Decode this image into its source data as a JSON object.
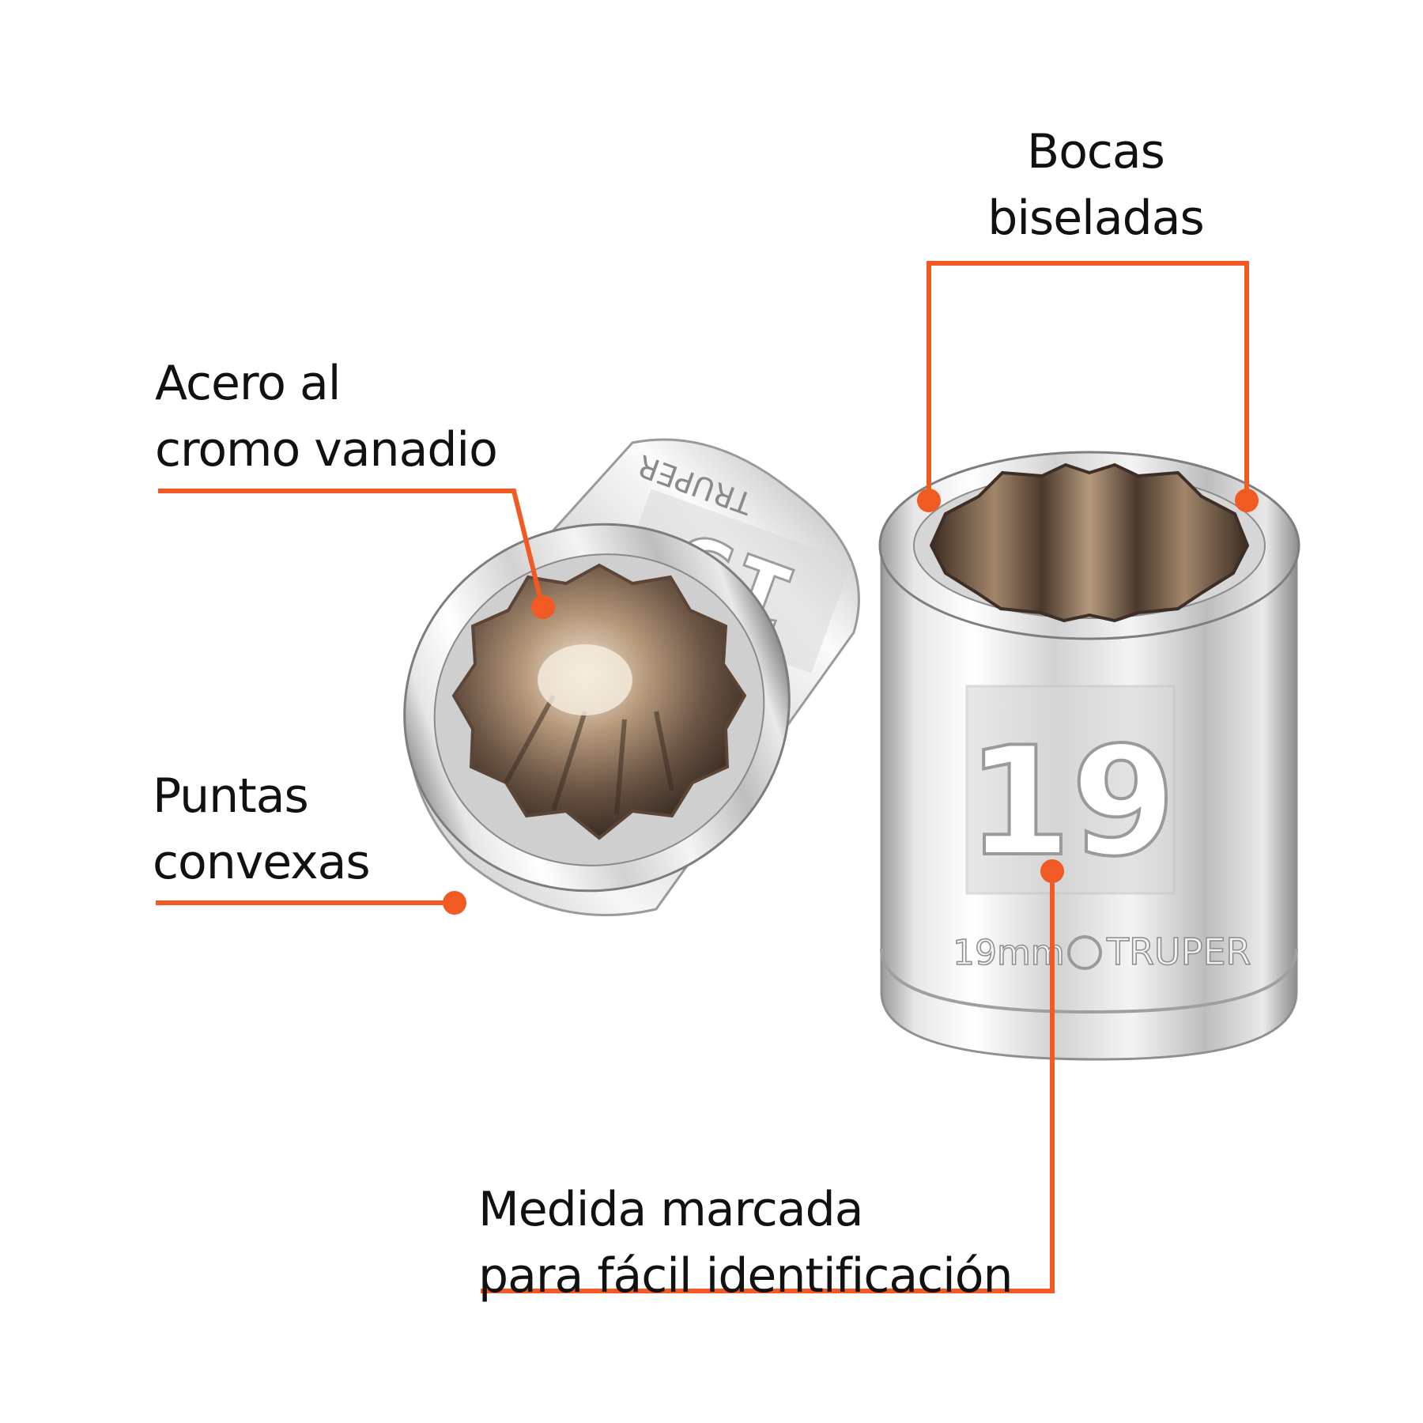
{
  "callouts": {
    "bocas": {
      "line1": "Bocas",
      "line2": "biseladas"
    },
    "acero": {
      "line1": "Acero al",
      "line2": "cromo vanadio"
    },
    "puntas": {
      "line1": "Puntas",
      "line2": "convexas"
    },
    "medida": {
      "line1": "Medida marcada",
      "line2": "para fácil identificación"
    }
  },
  "product": {
    "size_number": "19",
    "size_marking": "19mm",
    "brand_marking": "TRUPER"
  },
  "colors": {
    "accent": "#F15A22",
    "text": "#111111",
    "chrome_light": "#F4F4F4",
    "chrome_dark": "#8C8C8C",
    "interior": "#6B5545"
  }
}
